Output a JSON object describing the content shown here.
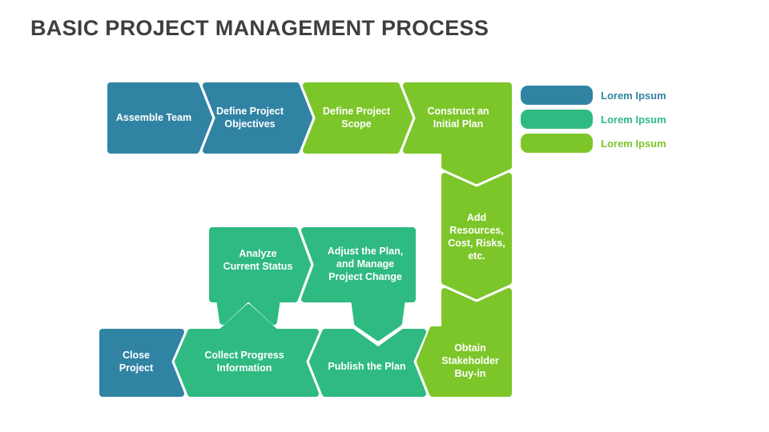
{
  "title": "BASIC PROJECT MANAGEMENT PROCESS",
  "colors": {
    "step_blue": "#3183A4",
    "step_teal_green": "#2FBA82",
    "step_light_green": "#7DC62A",
    "title_text": "#3F3F3F",
    "step_label_text": "#FFFFFF",
    "background": "#FFFFFF"
  },
  "steps": [
    {
      "id": "assemble-team",
      "label": "Assemble Team",
      "color": "blue"
    },
    {
      "id": "define-project-objectives",
      "label": "Define Project Objectives",
      "color": "blue"
    },
    {
      "id": "define-project-scope",
      "label": "Define Project Scope",
      "color": "light-green"
    },
    {
      "id": "construct-an-initial-plan",
      "label": "Construct an Initial Plan",
      "color": "light-green"
    },
    {
      "id": "add-resources-cost-risks",
      "label": "Add Resources, Cost, Risks, etc.",
      "color": "light-green"
    },
    {
      "id": "obtain-stakeholder-buy-in",
      "label": "Obtain Stakeholder Buy-in",
      "color": "light-green"
    },
    {
      "id": "publish-the-plan",
      "label": "Publish the Plan",
      "color": "teal-green"
    },
    {
      "id": "collect-progress-information",
      "label": "Collect Progress Information",
      "color": "teal-green"
    },
    {
      "id": "close-project",
      "label": "Close Project",
      "color": "blue"
    },
    {
      "id": "analyze-current-status",
      "label": "Analyze Current Status",
      "color": "teal-green"
    },
    {
      "id": "adjust-the-plan",
      "label": "Adjust the Plan, and Manage Project Change",
      "color": "teal-green"
    }
  ],
  "legend": [
    {
      "label": "Lorem Ipsum",
      "color": "blue"
    },
    {
      "label": "Lorem Ipsum",
      "color": "teal-green"
    },
    {
      "label": "Lorem Ipsum",
      "color": "light-green"
    }
  ]
}
